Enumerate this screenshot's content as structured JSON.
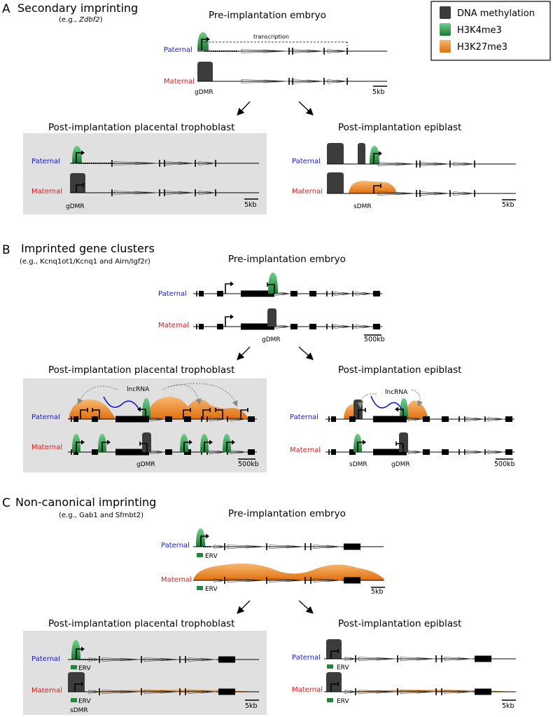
{
  "legend": {
    "items": [
      {
        "label": "DNA methylation",
        "color": "#3c3c3c"
      },
      {
        "label": "H3K4me3",
        "color": "#2f9a4c"
      },
      {
        "label": "H3K27me3",
        "color": "#f08a1c"
      }
    ]
  },
  "colors": {
    "paternal": "#1a1ad6",
    "maternal": "#d81b1b",
    "methylation": "#3c3c3c",
    "h3k4me3": "#2f9a4c",
    "h3k27me3": "#f08a1c",
    "erv": "#1f8a3a",
    "panel_bg": "#e0e0e0"
  },
  "sectionA": {
    "letter": "A",
    "title": "Secondary imprinting",
    "example_prefix": "(e.g., ",
    "example_gene": "Zdbf2",
    "example_suffix": ")",
    "pre": {
      "title": "Pre-implantation embryo",
      "paternal": "Paternal",
      "maternal": "Maternal",
      "transcription": "transcription",
      "dmr": "gDMR",
      "scale": "5kb"
    },
    "troph": {
      "title": "Post-implantation placental trophoblast",
      "paternal": "Paternal",
      "maternal": "Maternal",
      "dmr": "gDMR",
      "scale": "5kb"
    },
    "epi": {
      "title": "Post-implantation epiblast",
      "paternal": "Paternal",
      "maternal": "Maternal",
      "dmr": "sDMR",
      "scale": "5kb"
    }
  },
  "sectionB": {
    "letter": "B",
    "title": "Imprinted gene clusters",
    "example": "(e.g., Kcnq1ot1/Kcnq1 and Airn/Igf2r)",
    "pre": {
      "title": "Pre-implantation embryo",
      "paternal": "Paternal",
      "maternal": "Maternal",
      "dmr": "gDMR",
      "scale": "500kb"
    },
    "troph": {
      "title": "Post-implantation placental trophoblast",
      "paternal": "Paternal",
      "maternal": "Maternal",
      "lncrna": "lncRNA",
      "dmr": "gDMR",
      "scale": "500kb"
    },
    "epi": {
      "title": "Post-implantation epiblast",
      "paternal": "Paternal",
      "maternal": "Maternal",
      "lncrna": "lncRNA",
      "dmr1": "sDMR",
      "dmr2": "gDMR",
      "scale": "500kb"
    }
  },
  "sectionC": {
    "letter": "C",
    "title": "Non-canonical imprinting",
    "example": "(e.g., Gab1 and Sfmbt2)",
    "pre": {
      "title": "Pre-implantation embryo",
      "paternal": "Paternal",
      "maternal": "Maternal",
      "erv": "ERV",
      "scale": "5kb"
    },
    "troph": {
      "title": "Post-implantation placental trophoblast",
      "paternal": "Paternal",
      "maternal": "Maternal",
      "erv": "ERV",
      "dmr": "sDMR",
      "scale": "5kb"
    },
    "epi": {
      "title": "Post-implantation epiblast",
      "paternal": "Paternal",
      "maternal": "Maternal",
      "erv": "ERV",
      "scale": "5kb"
    }
  }
}
